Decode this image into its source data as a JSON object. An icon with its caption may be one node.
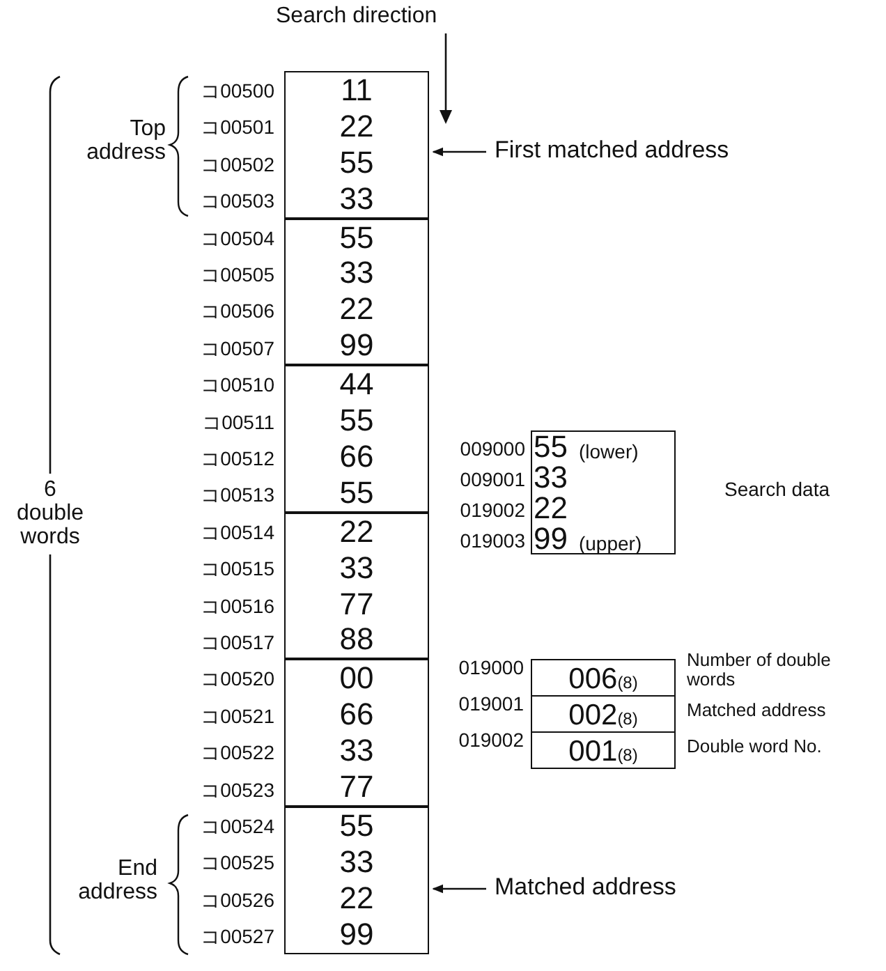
{
  "diagram": {
    "nodes": [
      {
        "text": [
          "11",
          "22",
          "55",
          "33"
        ],
        "beside": [
          "コ00500",
          "コ00501",
          "コ00502",
          "コ00503"
        ]
      },
      {
        "text": [
          "55",
          "33",
          "22",
          "99"
        ],
        "beside": [
          "コ00504",
          "コ00505",
          "コ00506",
          "コ00507"
        ]
      },
      {
        "text": [
          "44",
          "55",
          "66",
          "55"
        ],
        "beside": [
          "コ00510",
          "コ00511",
          "コ00512",
          "コ00513"
        ]
      },
      {
        "text": [
          "22",
          "33",
          "77",
          "88"
        ],
        "beside": [
          "コ00514",
          "コ00515",
          "コ00516",
          "コ00517"
        ]
      },
      {
        "text": [
          "00",
          "66",
          "33",
          "77"
        ],
        "beside": [
          "コ00520",
          "コ00521",
          "コ00522",
          "コ00523"
        ]
      },
      {
        "text": [
          "55",
          "33",
          "22",
          "99"
        ],
        "beside": [
          "コ00524",
          "コ00525",
          "コ00526",
          "コ00527"
        ]
      },
      {
        "text": [
          "First matched address"
        ]
      },
      {
        "text": [
          "Search data"
        ]
      },
      {
        "text": [
          "55",
          "(lower)"
        ],
        "beside": [
          "009000"
        ],
        "in": 7
      },
      {
        "text": [
          "33"
        ],
        "beside": [
          "009001"
        ],
        "in": 7
      },
      {
        "text": [
          "22"
        ],
        "beside": [
          "019002"
        ],
        "in": 7
      },
      {
        "text": [
          "99",
          "(upper)"
        ],
        "beside": [
          "019003"
        ],
        "in": 7
      },
      {
        "text": [
          "006$_{(8)}$"
        ],
        "beside": [
          "019000",
          "Number of double words"
        ]
      },
      {
        "text": [
          "002$_{(8)}$"
        ],
        "beside": [
          "019001",
          "Matched address"
        ]
      },
      {
        "text": [
          "001$_{(8)}$"
        ],
        "beside": [
          "019002",
          "Double word No."
        ]
      },
      {
        "text": [
          "Matched address"
        ]
      }
    ],
    "edges": [
      {
        "from": 6,
        "to": 0,
        "arrow": "to"
      },
      {
        "from": 15,
        "to": 5,
        "arrow": "to"
      }
    ],
    "labels": [
      "Search direction",
      "Top address",
      "6 double words",
      "End address"
    ]
  }
}
